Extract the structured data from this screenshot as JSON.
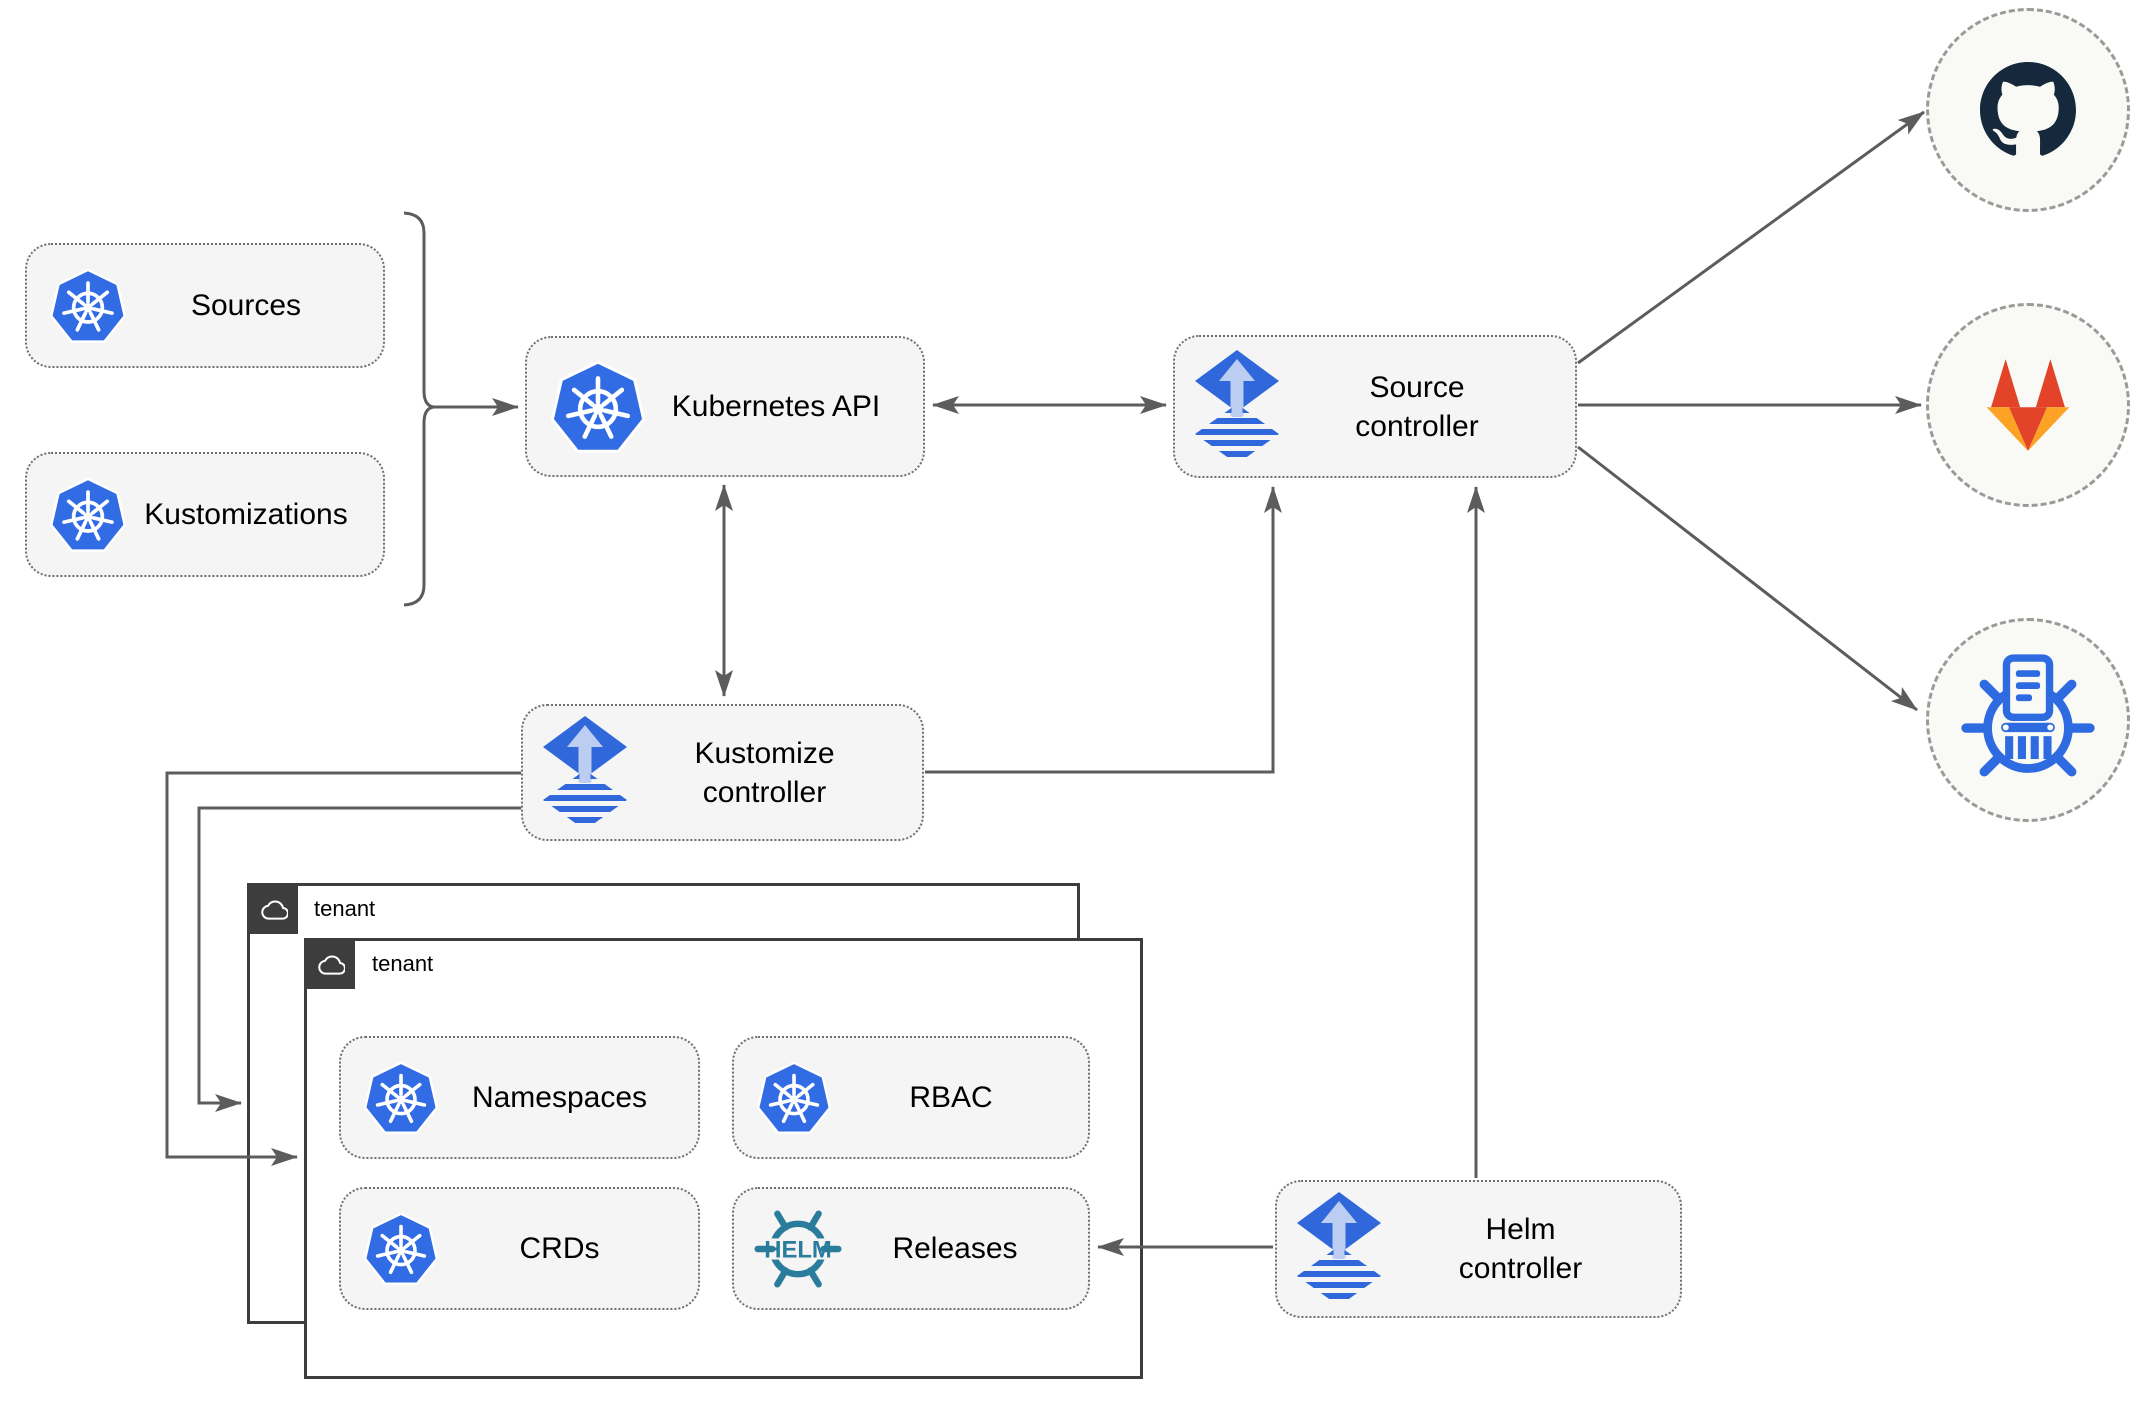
{
  "nodes": {
    "sources": {
      "label": "Sources",
      "icon": "kubernetes-icon"
    },
    "kustomizations": {
      "label": "Kustomizations",
      "icon": "kubernetes-icon"
    },
    "kubernetes_api": {
      "label": "Kubernetes API",
      "icon": "kubernetes-icon"
    },
    "source_controller": {
      "lines": [
        "Source",
        "controller"
      ],
      "icon": "flux-icon"
    },
    "kustomize_controller": {
      "lines": [
        "Kustomize",
        "controller"
      ],
      "icon": "flux-icon"
    },
    "helm_controller": {
      "lines": [
        "Helm",
        "controller"
      ],
      "icon": "flux-icon"
    },
    "namespaces": {
      "label": "Namespaces",
      "icon": "kubernetes-icon"
    },
    "rbac": {
      "label": "RBAC",
      "icon": "kubernetes-icon"
    },
    "crds": {
      "label": "CRDs",
      "icon": "kubernetes-icon"
    },
    "releases": {
      "label": "Releases",
      "icon": "helm-icon",
      "badge": "HELM"
    },
    "tenant_back": {
      "label": "tenant",
      "icon": "cloud-icon"
    },
    "tenant_front": {
      "label": "tenant",
      "icon": "cloud-icon"
    }
  },
  "external_endpoints": [
    {
      "name": "github",
      "icon": "github-icon"
    },
    {
      "name": "gitlab",
      "icon": "gitlab-icon"
    },
    {
      "name": "chartmuseum",
      "icon": "chartmuseum-icon"
    }
  ],
  "connections": [
    {
      "from": "sources+kustomizations",
      "to": "kubernetes-api",
      "style": "brace-arrow"
    },
    {
      "from": "kubernetes-api",
      "to": "source-controller",
      "style": "bidirectional"
    },
    {
      "from": "kubernetes-api",
      "to": "kustomize-controller",
      "style": "bidirectional"
    },
    {
      "from": "kustomize-controller",
      "to": "source-controller",
      "style": "arrow"
    },
    {
      "from": "kustomize-controller",
      "to": "tenant-back",
      "style": "arrow"
    },
    {
      "from": "kustomize-controller",
      "to": "tenant-front",
      "style": "arrow"
    },
    {
      "from": "helm-controller",
      "to": "source-controller",
      "style": "arrow"
    },
    {
      "from": "helm-controller",
      "to": "releases",
      "style": "arrow"
    },
    {
      "from": "source-controller",
      "to": "github",
      "style": "arrow"
    },
    {
      "from": "source-controller",
      "to": "gitlab",
      "style": "arrow"
    },
    {
      "from": "source-controller",
      "to": "chartmuseum",
      "style": "arrow"
    }
  ],
  "colors": {
    "kubernetes_blue": "#326CE5",
    "flux_blue": "#3068DB",
    "flux_arrow_light": "#BCCDF2",
    "helm_teal": "#2A7C9C",
    "github_dark": "#16293C",
    "gitlab_orange_dark": "#E24329",
    "gitlab_orange_light": "#FCA326",
    "chartmuseum_blue": "#2F6BE0",
    "connector_gray": "#5C5C5C",
    "node_fill": "#F5F5F5",
    "tenant_dark": "#3D3D3D"
  }
}
